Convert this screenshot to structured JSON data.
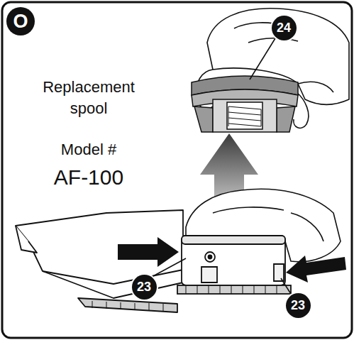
{
  "diagram": {
    "labels": [
      "O",
      "Replacement spool",
      "Model #",
      "AF-100",
      "24",
      "23",
      "23"
    ]
  }
}
